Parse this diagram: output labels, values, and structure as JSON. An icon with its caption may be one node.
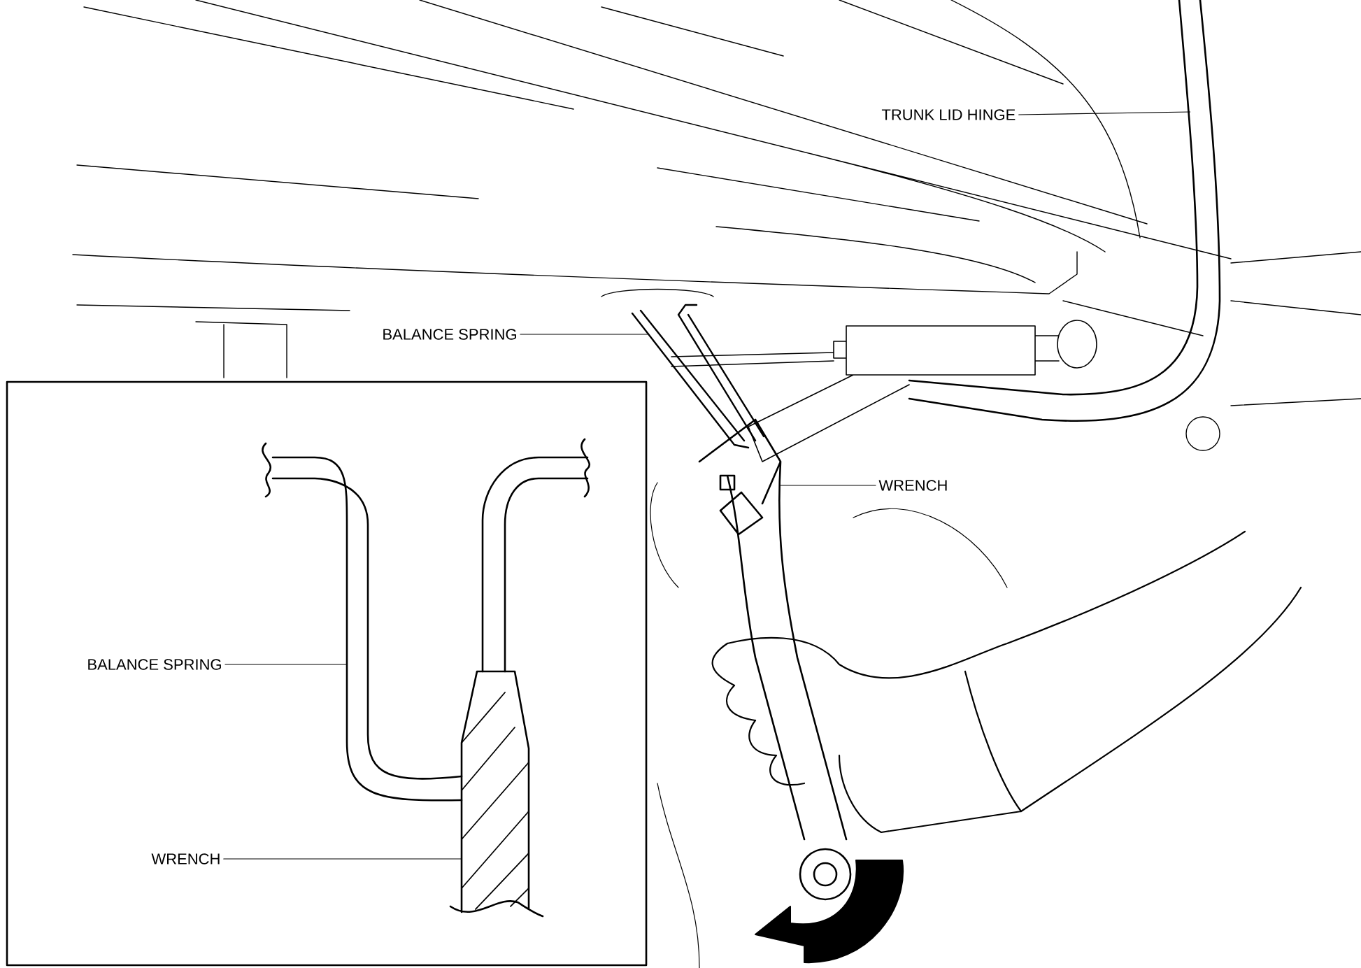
{
  "diagram": {
    "nodes": [
      {
        "text": [
          "TRUNK LID HINGE"
        ]
      },
      {
        "text": [
          "BALANCE SPRING"
        ]
      },
      {
        "text": [
          "WRENCH"
        ]
      },
      {
        "text": [
          "BALANCE SPRING"
        ]
      },
      {
        "text": [
          "WRENCH"
        ]
      },
      {
        "text": [],
        "shape": "picture"
      },
      {
        "text": [],
        "shape": "picture"
      },
      {
        "text": [],
        "shape": "picture"
      },
      {
        "text": [],
        "shape": "picture"
      },
      {
        "text": [],
        "shape": "picture"
      }
    ],
    "edges": [
      {
        "from": 0,
        "to": 5,
        "arrow": "none"
      },
      {
        "from": 1,
        "to": 6,
        "arrow": "none"
      },
      {
        "from": 2,
        "to": 7,
        "arrow": "none"
      },
      {
        "from": 3,
        "to": 8,
        "arrow": "none"
      },
      {
        "from": 4,
        "to": 9,
        "arrow": "none"
      }
    ]
  }
}
